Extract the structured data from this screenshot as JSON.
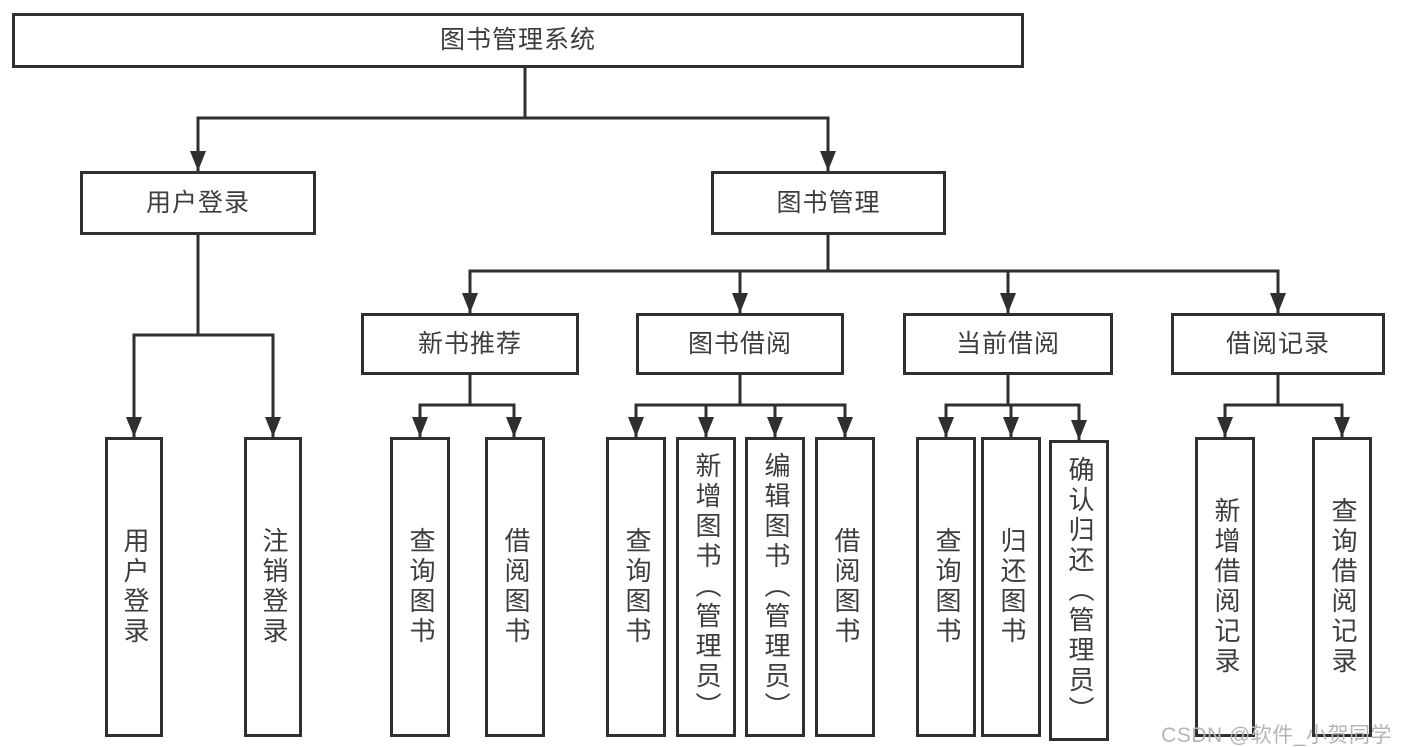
{
  "diagram_title": "图书管理系统",
  "nodes": {
    "root": "图书管理系统",
    "user_login": "用户登录",
    "book_mgmt": "图书管理",
    "new_book": "新书推荐",
    "book_borrow": "图书借阅",
    "current_borrow": "当前借阅",
    "borrow_records": "借阅记录",
    "ul_login": "用户登录",
    "ul_logout": "注销登录",
    "nb_query": "查询图书",
    "nb_borrow": "借阅图书",
    "bb_query": "查询图书",
    "bb_add": "新增图书（管理员）",
    "bb_edit": "编辑图书（管理员）",
    "bb_borrow": "借阅图书",
    "cb_query": "查询图书",
    "cb_return": "归还图书",
    "cb_confirm": "确认归还（管理员）",
    "br_add": "新增借阅记录",
    "br_query": "查询借阅记录"
  },
  "hierarchy": {
    "图书管理系统": [
      "用户登录",
      "图书管理"
    ],
    "用户登录": [
      "用户登录",
      "注销登录"
    ],
    "图书管理": [
      "新书推荐",
      "图书借阅",
      "当前借阅",
      "借阅记录"
    ],
    "新书推荐": [
      "查询图书",
      "借阅图书"
    ],
    "图书借阅": [
      "查询图书",
      "新增图书（管理员）",
      "编辑图书（管理员）",
      "借阅图书"
    ],
    "当前借阅": [
      "查询图书",
      "归还图书",
      "确认归还（管理员）"
    ],
    "借阅记录": [
      "新增借阅记录",
      "查询借阅记录"
    ]
  },
  "watermark": {
    "text": "CSDN @软件_小贺同学"
  },
  "colors": {
    "line": "#2f2f2f",
    "text": "#3d3d3d",
    "watermark": "#b5b5b5",
    "background": "#ffffff"
  }
}
